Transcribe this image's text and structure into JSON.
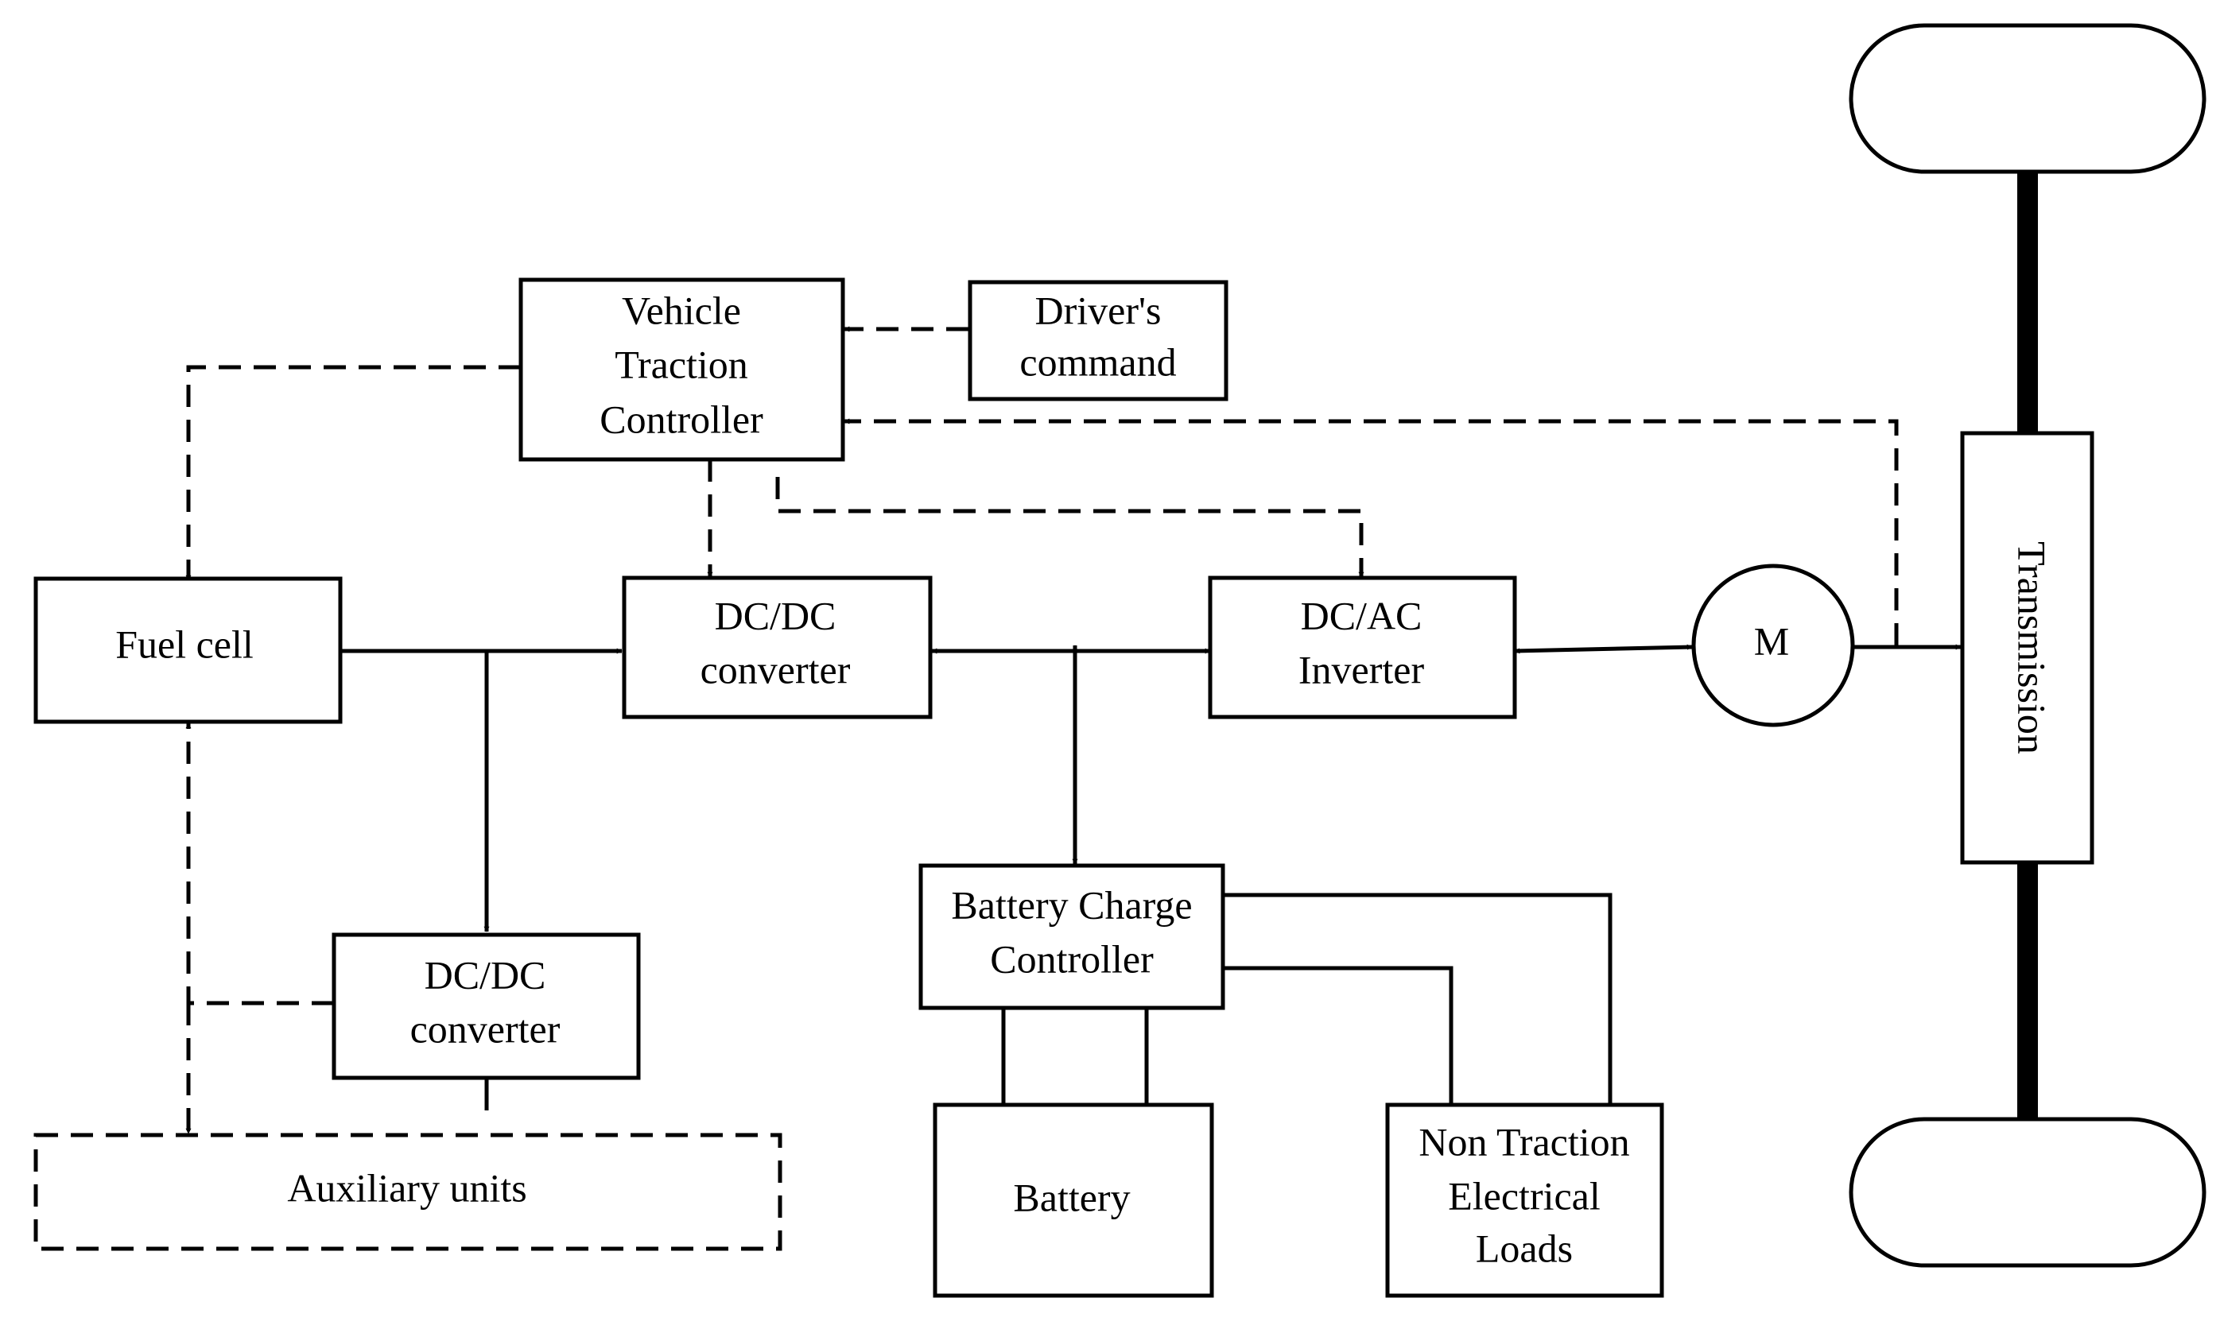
{
  "nodes": {
    "vehicle_traction_controller": [
      "Vehicle",
      "Traction",
      "Controller"
    ],
    "drivers_command": [
      "Driver's",
      "command"
    ],
    "fuel_cell": [
      "Fuel cell"
    ],
    "dcdc_converter_main": [
      "DC/DC",
      "converter"
    ],
    "dcac_inverter": [
      "DC/AC",
      "Inverter"
    ],
    "motor": [
      "M"
    ],
    "transmission": [
      "Transmission"
    ],
    "dcdc_converter_aux": [
      "DC/DC",
      "converter"
    ],
    "auxiliary_units": [
      "Auxiliary units"
    ],
    "battery_charge_controller": [
      "Battery Charge",
      "Controller"
    ],
    "battery": [
      "Battery"
    ],
    "non_traction_loads": [
      "Non Traction",
      "Electrical",
      "Loads"
    ]
  }
}
